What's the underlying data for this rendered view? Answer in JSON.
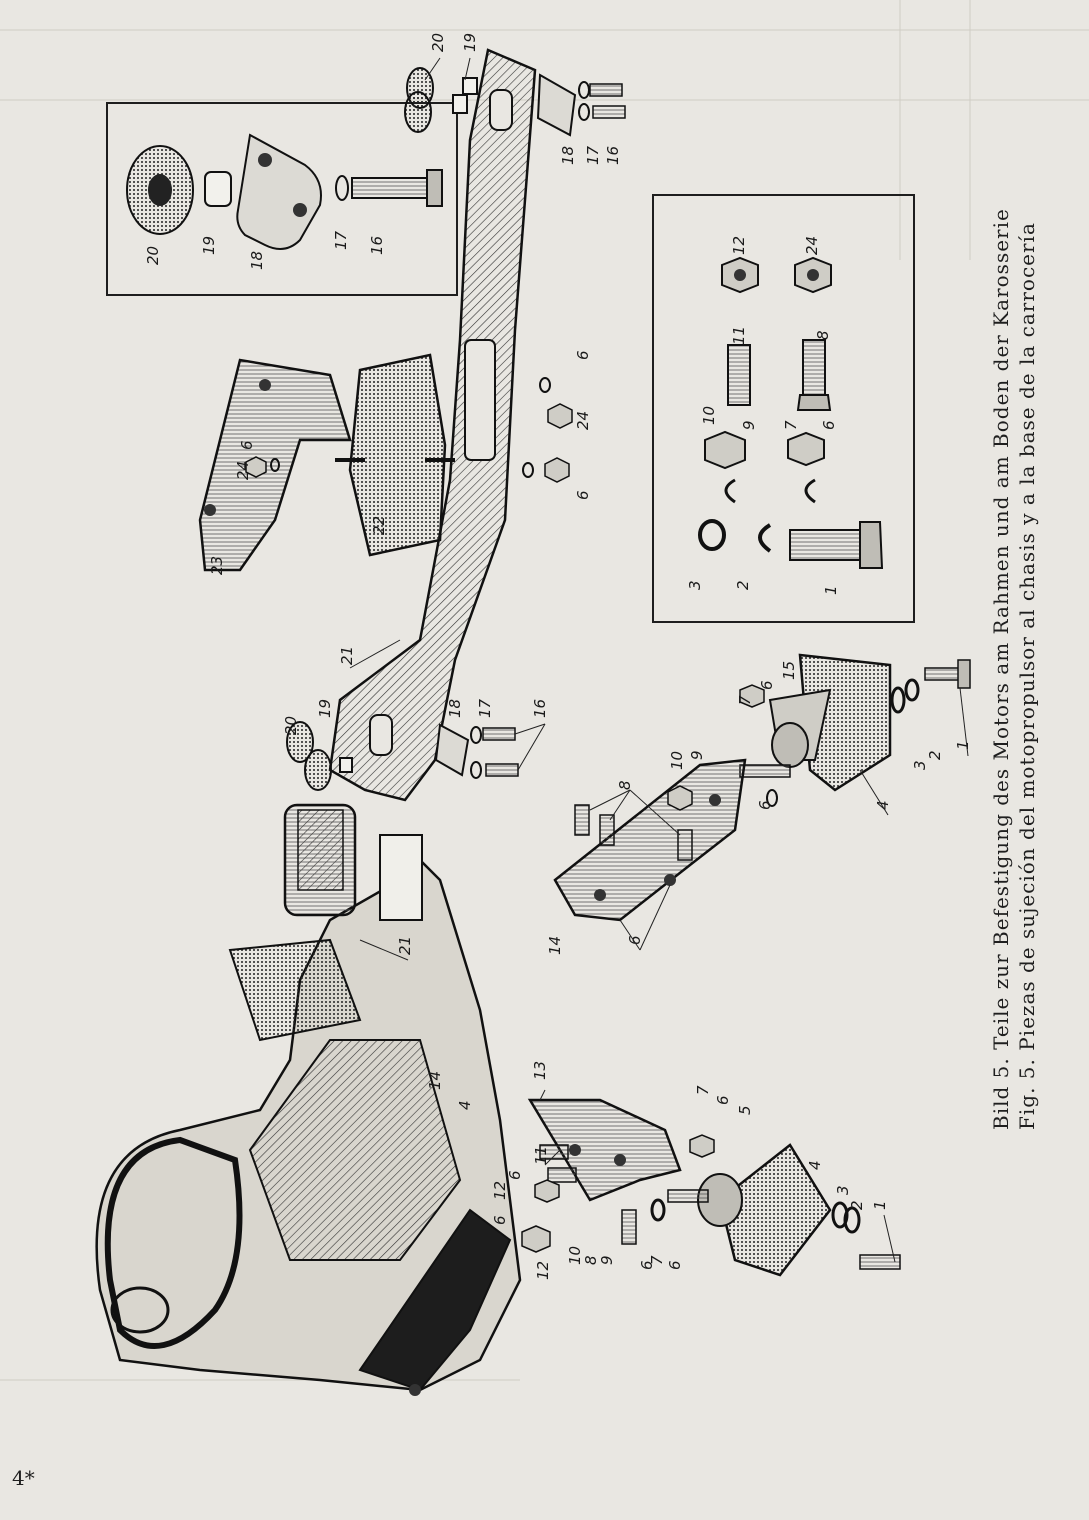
{
  "figure": {
    "caption_de": "Bild 5. Teile zur Befestigung des Motors am Rahmen und am Boden der Karosserie",
    "caption_es": "Fig. 5. Piezas de sujeción del motopropulsor al chasis y a la base de la carrocería",
    "page_number": "4*"
  },
  "callouts": {
    "inset_left": [
      "20",
      "19",
      "18",
      "17",
      "16"
    ],
    "inset_right": [
      "12",
      "24",
      "11",
      "8",
      "10",
      "9",
      "7",
      "6",
      "3",
      "2",
      "1"
    ],
    "frame_top": [
      "20",
      "19",
      "18",
      "17",
      "16"
    ],
    "frame_mid": [
      "6",
      "24",
      "6",
      "23",
      "24",
      "6",
      "22",
      "21"
    ],
    "frame_bottom": [
      "20",
      "19",
      "18",
      "17",
      "16",
      "21"
    ],
    "mount_right": [
      "7",
      "6",
      "15",
      "4",
      "3",
      "2",
      "1"
    ],
    "bracket_mid": [
      "8",
      "10",
      "9",
      "6",
      "6",
      "14"
    ],
    "engine": [
      "14",
      "4"
    ],
    "mount_left": [
      "13",
      "11",
      "6",
      "12",
      "6",
      "12",
      "10",
      "8",
      "9",
      "7",
      "6",
      "5",
      "4",
      "6",
      "7",
      "6",
      "3",
      "2",
      "1"
    ]
  },
  "colors": {
    "paper": "#e9e7e2",
    "ink": "#1e1e1e"
  }
}
